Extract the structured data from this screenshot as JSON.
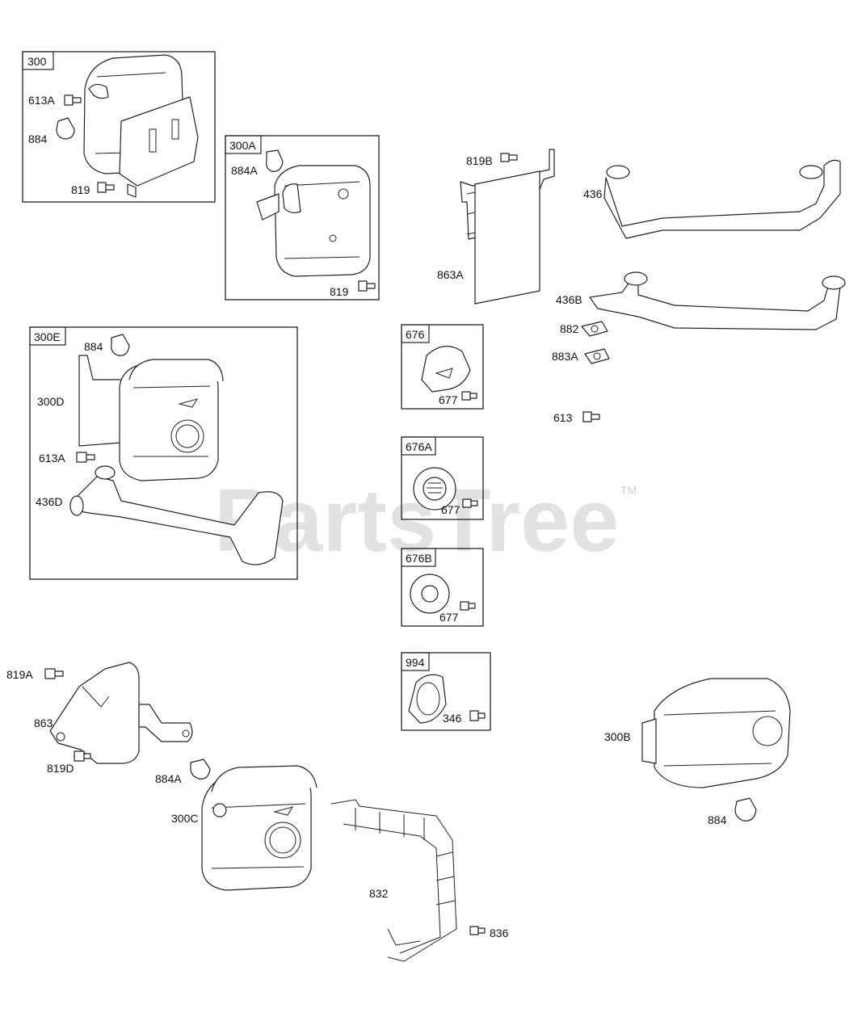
{
  "watermark": {
    "text": "PartsTree",
    "tm": "TM"
  },
  "boxes": {
    "b300": {
      "tag": "300",
      "labels": [
        "613A",
        "884",
        "819"
      ]
    },
    "b300A": {
      "tag": "300A",
      "labels": [
        "884A",
        "819"
      ]
    },
    "b300E": {
      "tag": "300E",
      "labels": [
        "884",
        "300D",
        "613A",
        "436D"
      ]
    },
    "b676": {
      "tag": "676",
      "labels": [
        "677"
      ]
    },
    "b676A": {
      "tag": "676A",
      "labels": [
        "677"
      ]
    },
    "b676B": {
      "tag": "676B",
      "labels": [
        "677"
      ]
    },
    "b994": {
      "tag": "994",
      "labels": [
        "346"
      ]
    }
  },
  "loose_labels": {
    "l819B": "819B",
    "l863A": "863A",
    "l436": "436",
    "l436B": "436B",
    "l882": "882",
    "l883A": "883A",
    "l613": "613",
    "l819A": "819A",
    "l863": "863",
    "l819D": "819D",
    "l884A": "884A",
    "l300C": "300C",
    "l832": "832",
    "l836": "836",
    "l300B": "300B",
    "l884": "884"
  }
}
